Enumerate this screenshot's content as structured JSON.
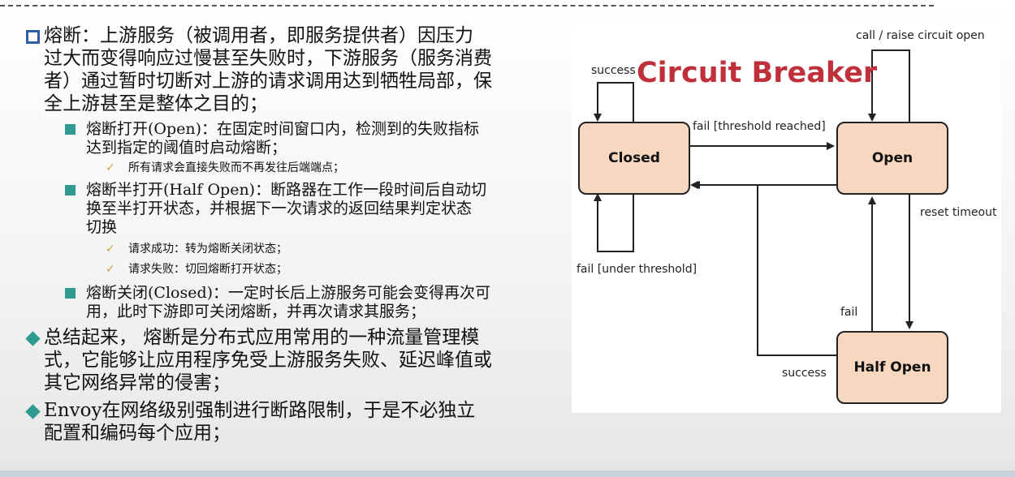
{
  "bullets": [
    {
      "kind": "hollow-square",
      "text1": "熔断：上游服务（被调用者，即服务提供者）因压力",
      "text2": "过大而变得响应过慢甚至失败时，下游服务（服务消费",
      "text3": "者）通过暂时切断对上游的请求调用达到牺牲局部，保",
      "text4": "全上游甚至是整体之目的；"
    },
    {
      "kind": "teal-square",
      "text1": "熔断打开(Open)：在固定时间窗口内，检测到的失败指标",
      "text2": "达到指定的阈值时启动熔断；"
    },
    {
      "kind": "check",
      "text1": "所有请求会直接失败而不再发往后端端点；"
    },
    {
      "kind": "teal-square",
      "text1": "熔断半打开(Half Open)：断路器在工作一段时间后自动切",
      "text2": "换至半打开状态，并根据下一次请求的返回结果判定状态",
      "text3": "切换"
    },
    {
      "kind": "check",
      "text1": "请求成功：转为熔断关闭状态；"
    },
    {
      "kind": "check",
      "text1": "请求失败：切回熔断打开状态；"
    },
    {
      "kind": "teal-square",
      "text1": "熔断关闭(Closed)：一定时长后上游服务可能会变得再次可",
      "text2": "用，此时下游即可关闭熔断，并再次请求其服务；"
    },
    {
      "kind": "diamond",
      "text1": "总结起来， 熔断是分布式应用常用的一种流量管理模",
      "text2": "式，它能够让应用程序免受上游服务失败、延迟峰值或",
      "text3": "其它网络异常的侵害；"
    },
    {
      "kind": "diamond",
      "text1": "Envoy在网络级别强制进行断路限制，于是不必独立",
      "text2": "配置和编码每个应用；"
    }
  ],
  "diagram": {
    "title": "Circuit Breaker",
    "states": {
      "closed": "Closed",
      "open": "Open",
      "half_open": "Half Open"
    },
    "labels": {
      "success_loop": "success",
      "fail_threshold": "fail [threshold reached]",
      "fail_under": "fail [under threshold]",
      "call_raise": "call / raise circuit open",
      "reset_timeout": "reset timeout",
      "fail": "fail",
      "success": "success"
    }
  }
}
